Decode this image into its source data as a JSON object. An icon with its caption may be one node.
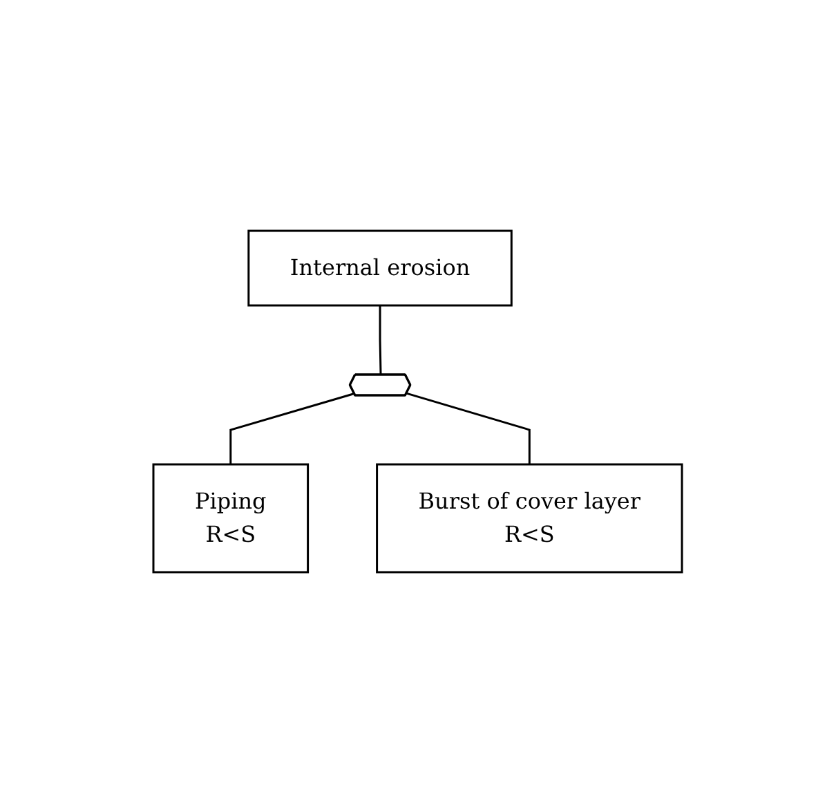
{
  "diagram": {
    "nodes": [
      {
        "text": [
          "Internal erosion"
        ]
      },
      {
        "text": [],
        "shape": "hexagon"
      },
      {
        "text": [
          "Piping",
          "R<S"
        ]
      },
      {
        "text": [
          "Burst of cover layer",
          "R<S"
        ]
      }
    ],
    "edges": [
      {
        "from": 0,
        "to": 1,
        "arrow": "none"
      },
      {
        "from": 1,
        "to": 2,
        "arrow": "none"
      },
      {
        "from": 1,
        "to": 3,
        "arrow": "none"
      }
    ]
  }
}
